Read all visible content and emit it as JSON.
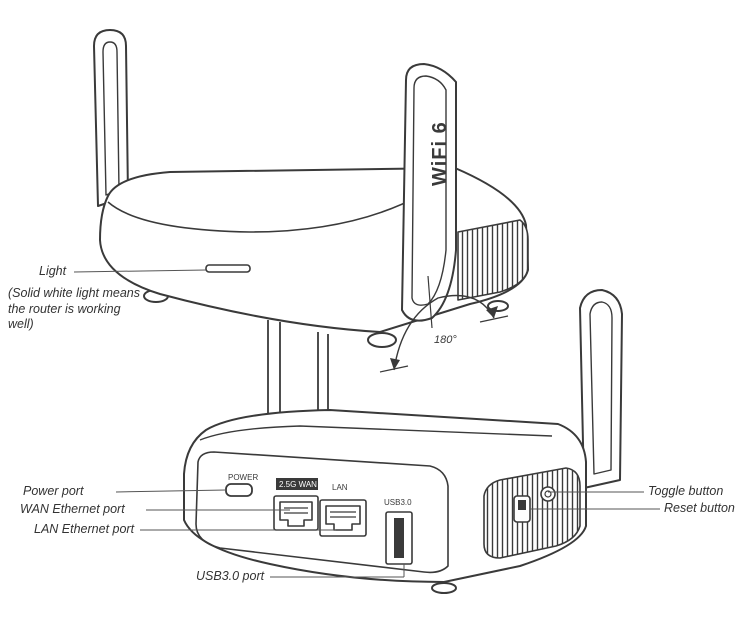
{
  "device_text": {
    "wifi_logo": "WiFi 6",
    "angle": "180°",
    "power": "POWER",
    "wan": "2.5G WAN",
    "lan": "LAN",
    "usb": "USB3.0"
  },
  "callouts": {
    "light": "Light",
    "light_note": "(Solid white light means the router is working well)",
    "power_port": "Power port",
    "wan_port": "WAN Ethernet port",
    "lan_port": "LAN Ethernet port",
    "usb_port": "USB3.0 port",
    "toggle_button": "Toggle button",
    "reset_button": "Reset button"
  },
  "colors": {
    "stroke": "#3a3a3a",
    "shell": "#ffffff",
    "shade": "#f0f0f0",
    "label": "#333333"
  }
}
